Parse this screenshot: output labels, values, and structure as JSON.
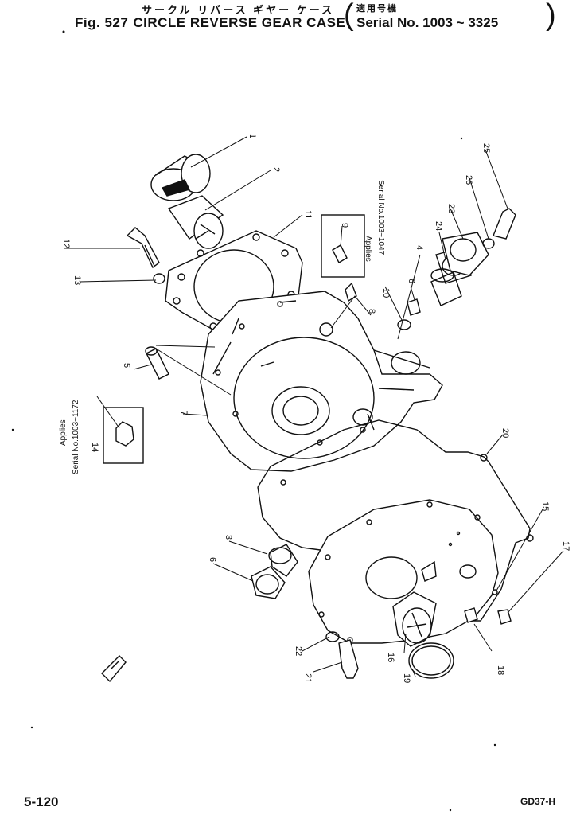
{
  "header": {
    "jp_title": "サークル リバース ギヤー ケース",
    "jp_serial": "適用号機",
    "fig_label": "Fig. 527",
    "title": "CIRCLE REVERSE GEAR CASE",
    "serial_range": "Serial No. 1003 ~ 3325"
  },
  "notes": {
    "note_top_applies": "Applies",
    "note_top_serial": "Serial No.1003~1047",
    "note_left_applies": "Applies",
    "note_left_serial": "Serial No.1003~1172"
  },
  "part_numbers": [
    "1",
    "2",
    "11",
    "12",
    "13",
    "5",
    "7",
    "14",
    "9",
    "8",
    "10",
    "6",
    "4",
    "24",
    "23",
    "26",
    "25",
    "20",
    "15",
    "17",
    "3",
    "6",
    "22",
    "21",
    "16",
    "19",
    "18"
  ],
  "footer": {
    "page_number": "5-120",
    "model_code": "GD37-H"
  }
}
